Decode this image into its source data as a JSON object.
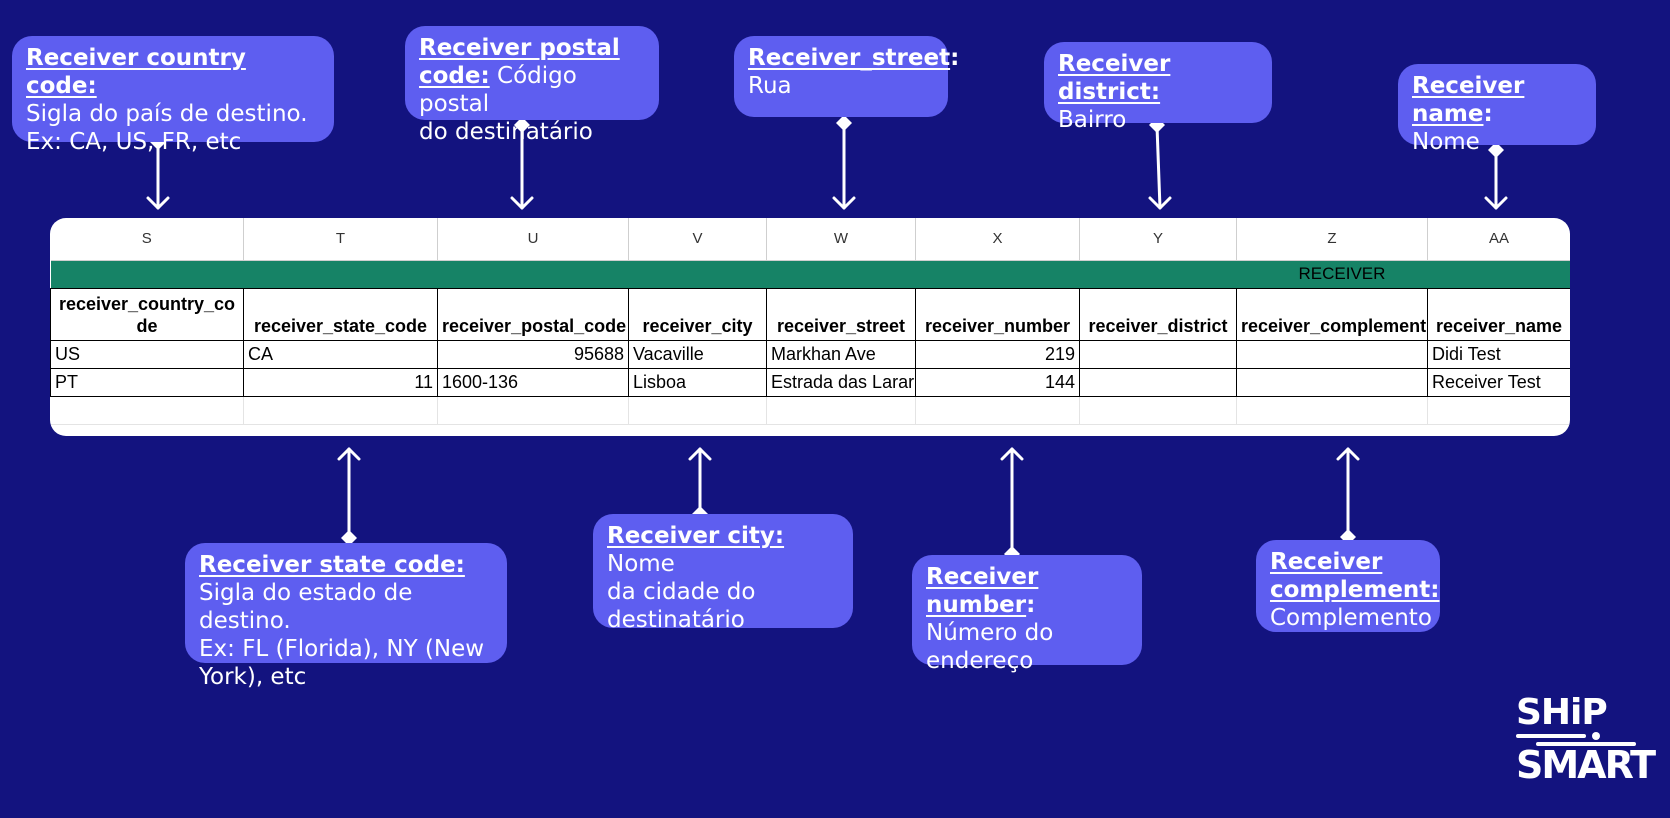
{
  "colors": {
    "background": "#13137f",
    "callout": "#5e5ef0",
    "section_header": "#168366",
    "text_on_dark": "#ffffff"
  },
  "callouts": {
    "country_code": {
      "title": "Receiver country code:",
      "line1": "Sigla do país de destino.",
      "line2": "Ex: CA, US, FR, etc"
    },
    "postal_code": {
      "title_1": "Receiver postal",
      "title_2": "code:",
      "text_1": " Código postal",
      "line2": "do destinatário"
    },
    "street": {
      "title": "Receiver_street",
      "suffix": ":",
      "line1": "Rua"
    },
    "district": {
      "title": "Receiver district:",
      "line1": "Bairro"
    },
    "name": {
      "title": "Receiver name",
      "suffix": ":",
      "line1": "Nome"
    },
    "state_code": {
      "title": "Receiver state code:",
      "line1": "Sigla do estado de destino.",
      "line2": "Ex: FL (Florida), NY (New",
      "line3": "York), etc"
    },
    "city": {
      "title": "Receiver city:",
      "text": " Nome",
      "line2": "da cidade do",
      "line3": "destinatário"
    },
    "number": {
      "title": "Receiver number",
      "suffix": ":",
      "line1": "Número do",
      "line2": "endereço"
    },
    "complement": {
      "title_1": "Receiver",
      "title_2": "complement:",
      "line1": "Complemento"
    }
  },
  "sheet": {
    "column_letters": [
      "S",
      "T",
      "U",
      "V",
      "W",
      "X",
      "Y",
      "Z",
      "AA"
    ],
    "section_label": "RECEIVER",
    "headers": [
      "receiver_country_code",
      "receiver_state_code",
      "receiver_postal_code",
      "receiver_city",
      "receiver_street",
      "receiver_number",
      "receiver_district",
      "receiver_complement",
      "receiver_name"
    ],
    "rows": [
      [
        "US",
        "CA",
        "95688",
        "Vacaville",
        "Markhan Ave",
        "219",
        "",
        "",
        "Didi Test"
      ],
      [
        "PT",
        "11",
        "1600-136",
        "Lisboa",
        "Estrada das Larar",
        "144",
        "",
        "",
        "Receiver Test"
      ]
    ]
  },
  "logo": {
    "top": "SHiP",
    "bottom": "SMART"
  }
}
